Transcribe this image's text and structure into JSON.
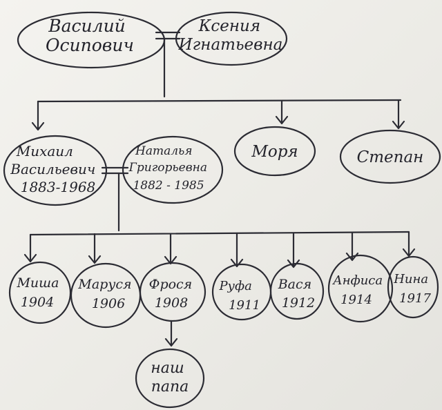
{
  "family_tree": {
    "grandparents": {
      "father": {
        "name_lines": [
          "Василий",
          "Осипович"
        ]
      },
      "mother": {
        "name_lines": [
          "Ксения",
          "Игнатьевна"
        ]
      }
    },
    "children": [
      {
        "id": "mikhail",
        "name_lines": [
          "Михаил",
          "Васильевич",
          "1883-1968"
        ]
      },
      {
        "id": "morya",
        "name_lines": [
          "Моря"
        ]
      },
      {
        "id": "stepan",
        "name_lines": [
          "Степан"
        ]
      }
    ],
    "spouse": {
      "name_lines": [
        "Наталья",
        "Григорьевна",
        "1882 - 1985"
      ]
    },
    "grandchildren": [
      {
        "id": "misha",
        "name_lines": [
          "Миша",
          "1904"
        ]
      },
      {
        "id": "marusya",
        "name_lines": [
          "Маруся",
          "1906"
        ]
      },
      {
        "id": "frosya",
        "name_lines": [
          "Фрося",
          "1908"
        ]
      },
      {
        "id": "rufa",
        "name_lines": [
          "Руфа",
          "1911"
        ]
      },
      {
        "id": "vasya",
        "name_lines": [
          "Вася",
          "1912"
        ]
      },
      {
        "id": "anfisa",
        "name_lines": [
          "Анфиса",
          "1914"
        ]
      },
      {
        "id": "nina",
        "name_lines": [
          "Нина",
          "1917"
        ]
      }
    ],
    "great_grandchild": {
      "name_lines": [
        "наш",
        "папа"
      ]
    }
  }
}
